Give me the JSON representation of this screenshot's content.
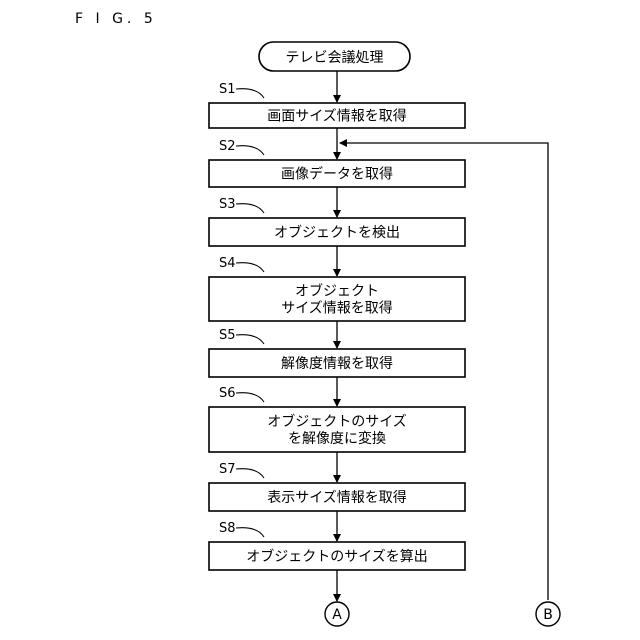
{
  "figure_label": "F I G. 5",
  "start": "テレビ会議処理",
  "steps": [
    {
      "id": "S1",
      "lines": [
        "画面サイズ情報を取得"
      ]
    },
    {
      "id": "S2",
      "lines": [
        "画像データを取得"
      ]
    },
    {
      "id": "S3",
      "lines": [
        "オブジェクトを検出"
      ]
    },
    {
      "id": "S4",
      "lines": [
        "オブジェクト",
        "サイズ情報を取得"
      ]
    },
    {
      "id": "S5",
      "lines": [
        "解像度情報を取得"
      ]
    },
    {
      "id": "S6",
      "lines": [
        "オブジェクトのサイズ",
        "を解像度に変換"
      ]
    },
    {
      "id": "S7",
      "lines": [
        "表示サイズ情報を取得"
      ]
    },
    {
      "id": "S8",
      "lines": [
        "オブジェクトのサイズを算出"
      ]
    }
  ],
  "connectors": {
    "a": "A",
    "b": "B"
  }
}
